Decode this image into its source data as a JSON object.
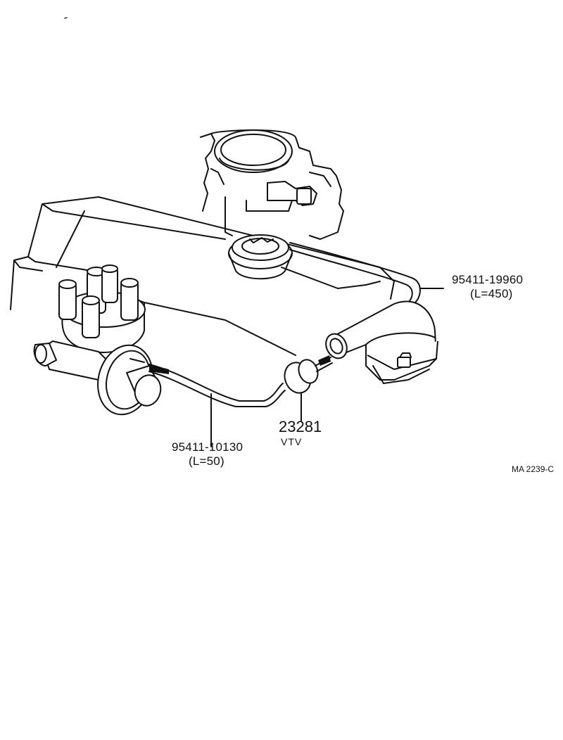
{
  "labels": {
    "hose_long_part": "95411-19960",
    "hose_long_length": "(L=450)",
    "hose_short_part": "95411-10130",
    "hose_short_length": "(L=50)",
    "vtv_part": "23281",
    "vtv_name": "VTV"
  },
  "figure_code": "MA 2239-C"
}
